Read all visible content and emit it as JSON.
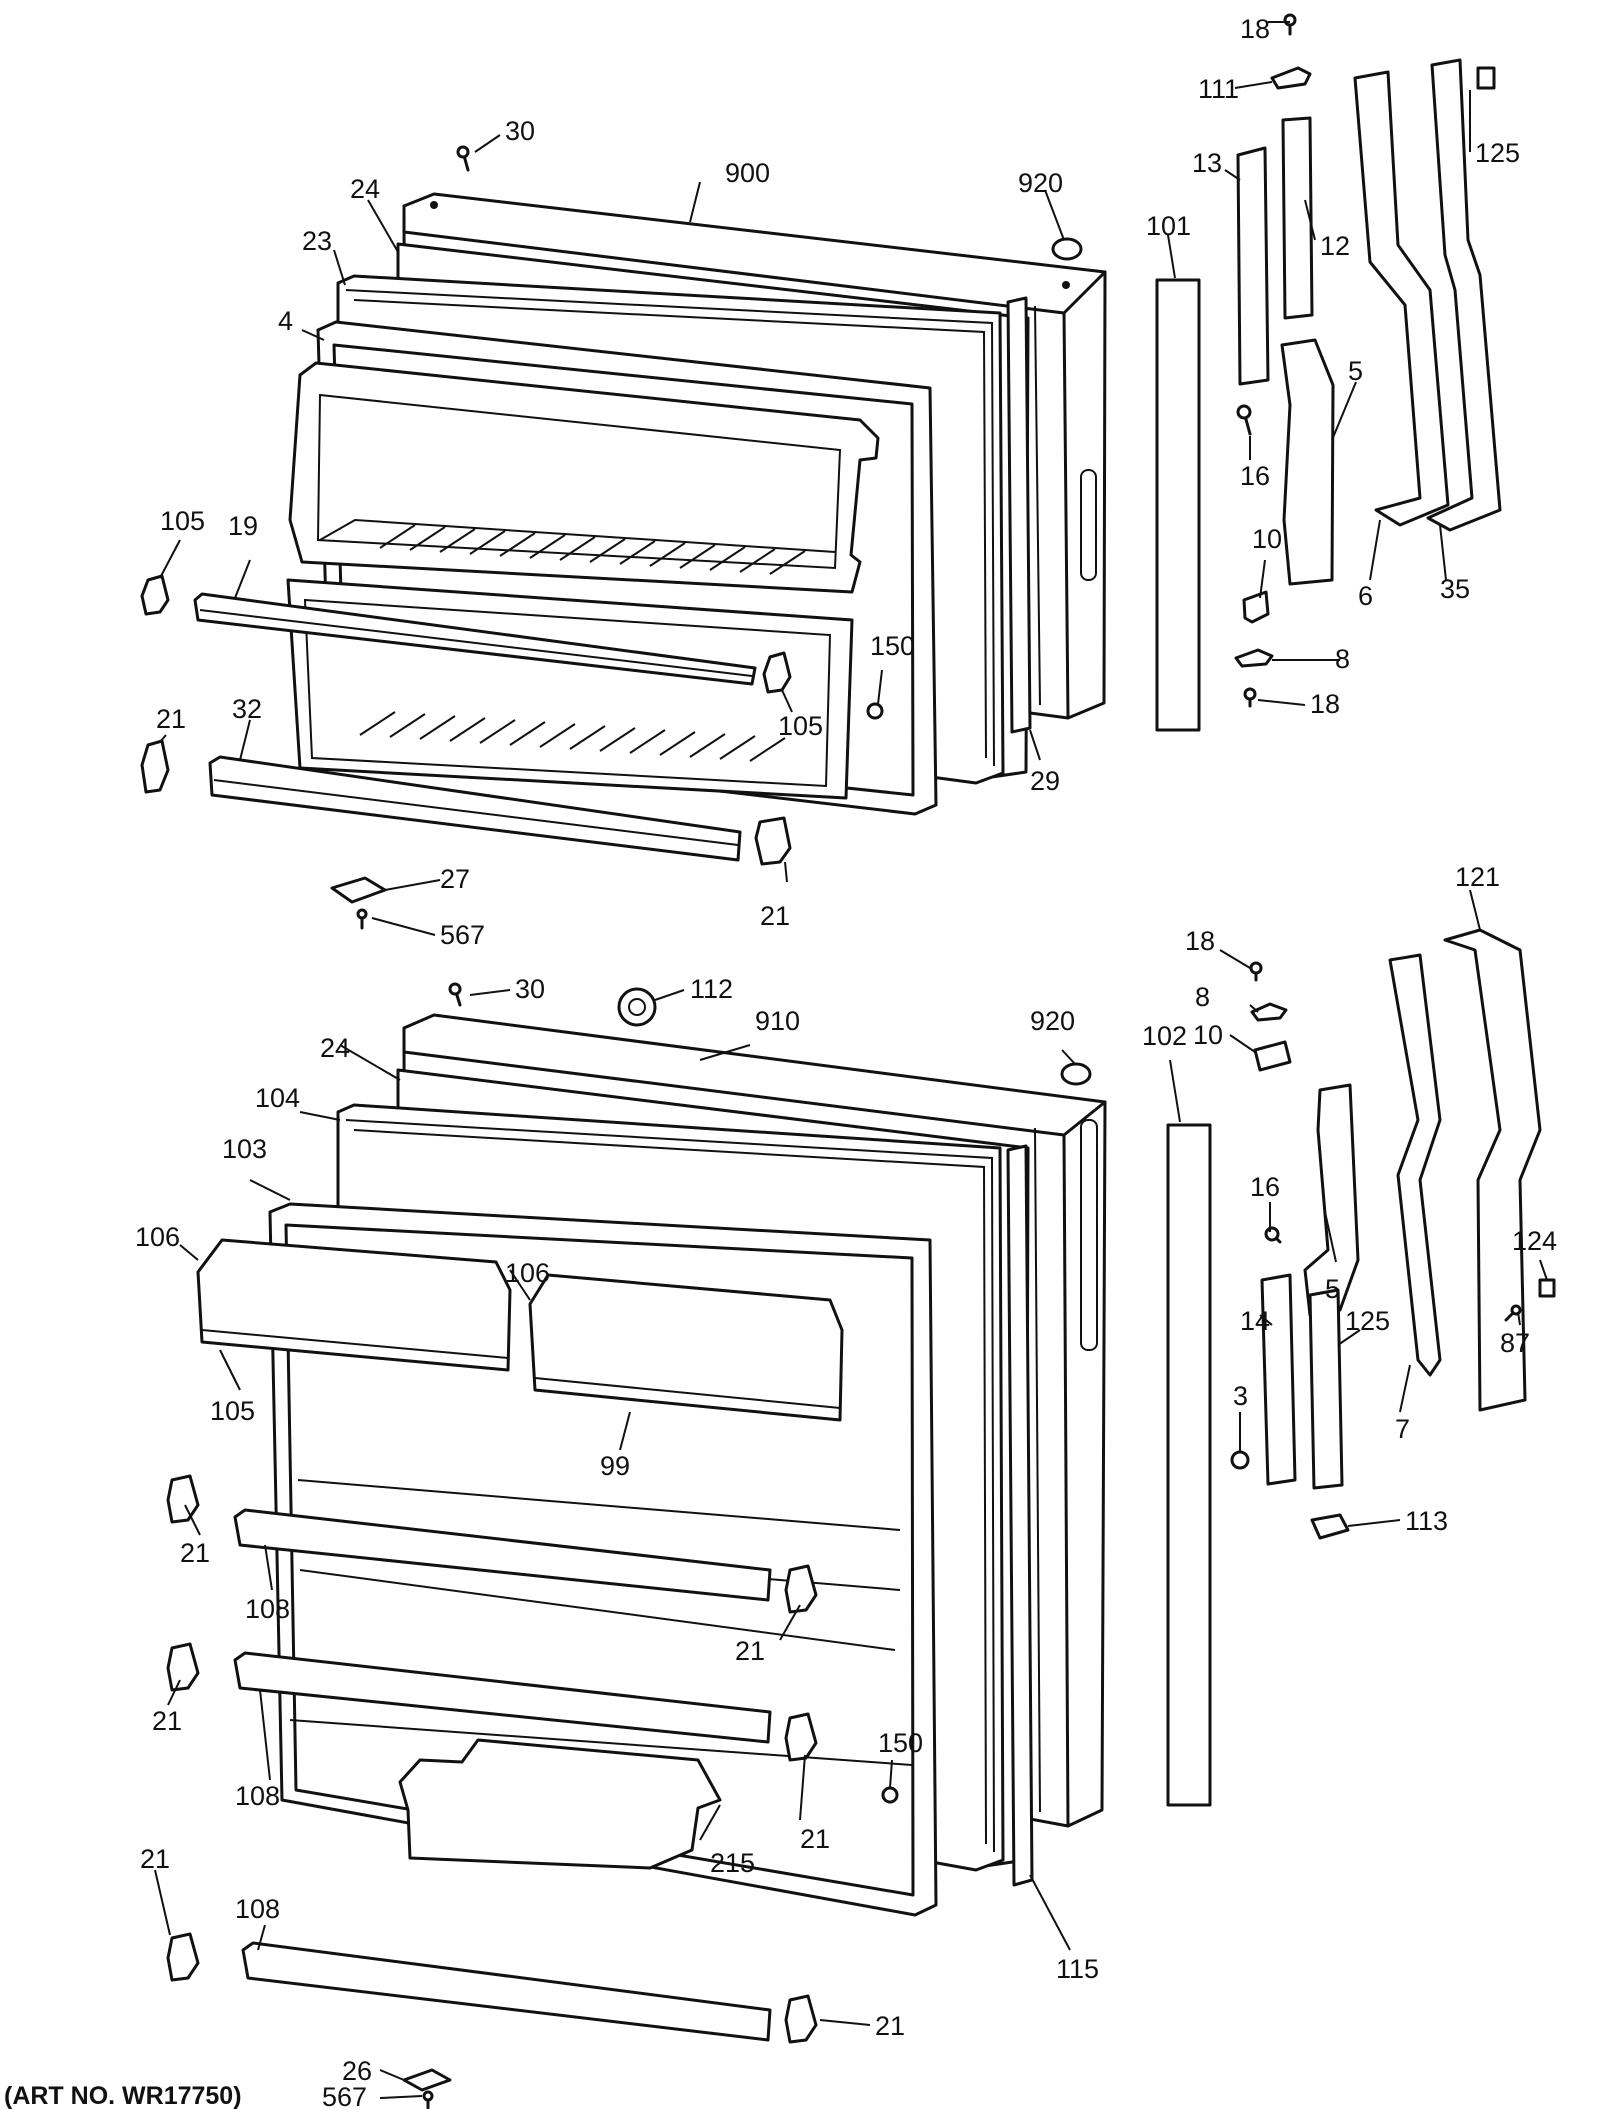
{
  "art_number": "(ART NO. WR17750)",
  "labels": {
    "l18a": "18",
    "l111": "111",
    "l125a": "125",
    "l30a": "30",
    "l900": "900",
    "l920a": "920",
    "l24a": "24",
    "l23": "23",
    "l4": "4",
    "l101": "101",
    "l13": "13",
    "l12": "12",
    "l5a": "5",
    "l16a": "16",
    "l6": "6",
    "l35": "35",
    "l10a": "10",
    "l8a": "8",
    "l18b": "18",
    "l105a": "105",
    "l19": "19",
    "l150a": "150",
    "l105b": "105",
    "l21a": "21",
    "l32": "32",
    "l29": "29",
    "l21b": "21",
    "l27": "27",
    "l567a": "567",
    "l121": "121",
    "l18c": "18",
    "l8b": "8",
    "l10b": "10",
    "l30b": "30",
    "l112": "112",
    "l910": "910",
    "l920b": "920",
    "l102": "102",
    "l24b": "24",
    "l104": "104",
    "l103": "103",
    "l106a": "106",
    "l106b": "106",
    "l16b": "16",
    "l5b": "5",
    "l124": "124",
    "l14": "14",
    "l125b": "125",
    "l87": "87",
    "l105c": "105",
    "l99": "99",
    "l3": "3",
    "l7": "7",
    "l113": "113",
    "l21c": "21",
    "l108a": "108",
    "l21d": "21",
    "l21e": "21",
    "l108b": "108",
    "l150b": "150",
    "l21f": "21",
    "l215": "215",
    "l21g": "21",
    "l108c": "108",
    "l115": "115",
    "l21h": "21",
    "l26": "26",
    "l567b": "567"
  }
}
